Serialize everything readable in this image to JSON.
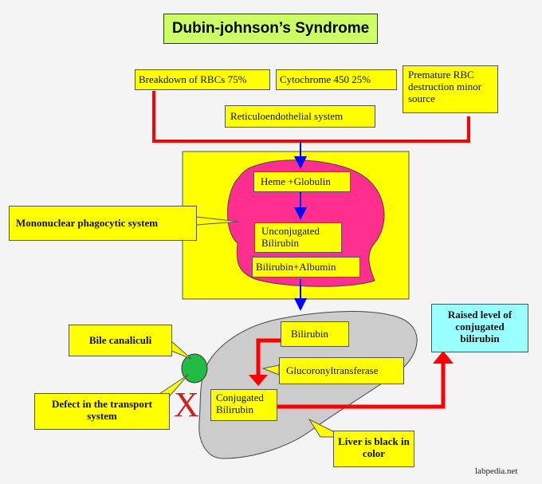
{
  "title": "Dubin-johnson’s Syndrome",
  "sources": {
    "breakdown": "Breakdown of RBCs 75%",
    "cytochrome": "Cytochrome 450 25%",
    "premature": "Premature RBC destruction minor source",
    "reticulo": "Reticuloendothelial system"
  },
  "mps": {
    "label": "Mononuclear phagocytic system",
    "heme": "Heme +Globulin",
    "unconjugated": "Unconjugated Bilirubin",
    "albumin": "Bilirubin+Albumin"
  },
  "liver": {
    "bilirubin": "Bilirubin",
    "enzyme": "Glucoronyltransferase",
    "conjugated": "Conjugated Bilirubin",
    "black": "Liver is black in color",
    "cross": "X"
  },
  "bile": {
    "canaliculi": "Bile canaliculi",
    "defect": "Defect in the transport system"
  },
  "raised": "Raised level of conjugated bilirubin",
  "credit": "labpedia.net",
  "colors": {
    "title_bg": "#ccff66",
    "box_bg": "#ffff00",
    "blob": "#ff2e8f",
    "liver": "#cccccc",
    "canaliculi": "#22bb44",
    "red_arrow": "#ff0000",
    "blue_arrow": "#0000ff",
    "raised_bg": "#99ffff"
  }
}
